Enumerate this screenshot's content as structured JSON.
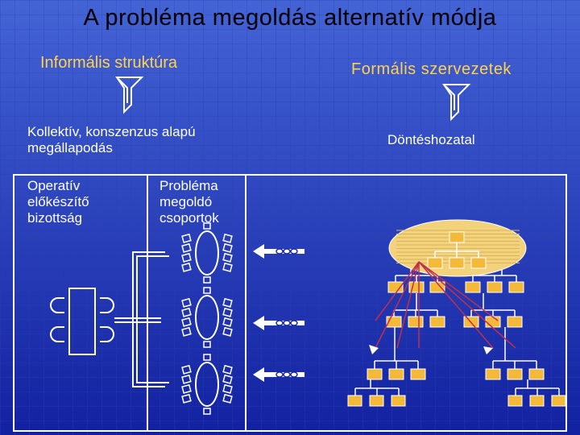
{
  "title": "A probléma megoldás alternatív módja",
  "left_column": {
    "heading": "Informális struktúra",
    "agreement_label": "Kollektív, konszenzus alapú\nmegállapodás",
    "committee_label": "Operatív\nelőkészítő\nbizottság",
    "groups_label": "Probléma\nmegoldó\ncsoportok"
  },
  "right_column": {
    "heading": "Formális szervezetek",
    "decision_label": "Döntéshozatal"
  },
  "colors": {
    "background_top": "#3d5cd1",
    "background_bottom": "#1420a0",
    "heading": "#ffd24a",
    "org_box": "#f5b93a",
    "leader_ellipse": "#f2d27a",
    "line": "#ffffff"
  },
  "icons": [
    "down-arrow-icon",
    "link-chain-icon",
    "round-table-icon",
    "rectangular-table-icon",
    "org-chart-icon"
  ]
}
